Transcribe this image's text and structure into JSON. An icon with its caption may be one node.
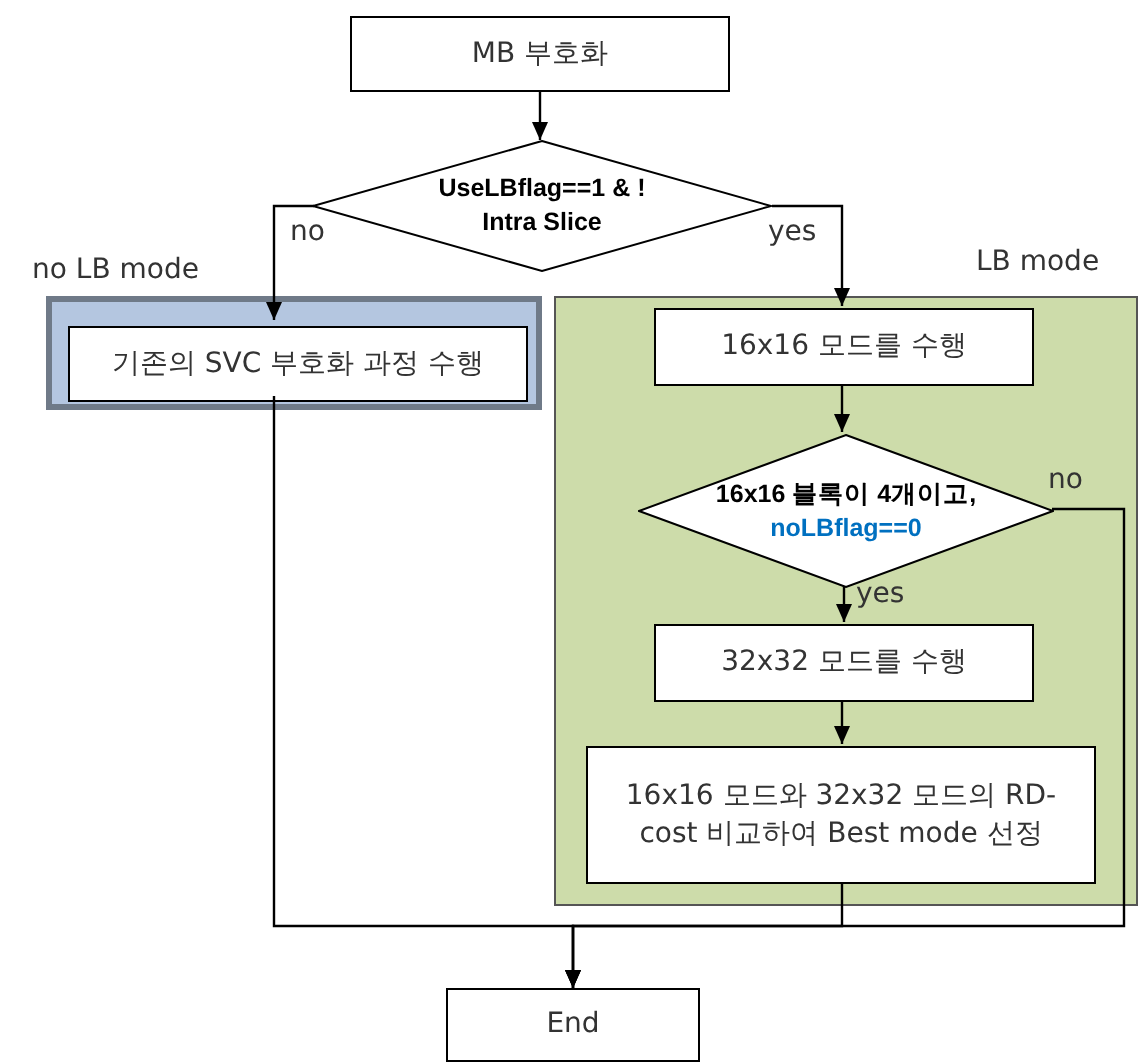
{
  "diagram": {
    "nodes": [
      {
        "text": [
          "MB 부호화"
        ]
      },
      {
        "text": [
          "UseLBflag==1 & ! Intra Slice"
        ]
      },
      {
        "text": [
          "no LB mode"
        ]
      },
      {
        "text": [
          "기존의 SVC 부호화 과정 수행"
        ],
        "in": 2
      },
      {
        "text": [
          "LB mode"
        ]
      },
      {
        "text": [
          "16x16 모드를 수행"
        ],
        "in": 4
      },
      {
        "text": [
          "16x16 블록이 4개이고,",
          "noLBflag==0"
        ],
        "in": 4
      },
      {
        "text": [
          "32x32 모드를 수행"
        ],
        "in": 4
      },
      {
        "text": [
          "16x16 모드와 32x32 모드의 RD-cost 비교하여 Best mode 선정"
        ],
        "in": 4
      },
      {
        "text": [
          "End"
        ]
      }
    ],
    "edges": [
      {
        "from": 0,
        "to": 1,
        "arrow": "to"
      },
      {
        "from": 1,
        "to": 3,
        "arrow": "to",
        "label": "no"
      },
      {
        "from": 1,
        "to": 5,
        "arrow": "to",
        "label": "yes"
      },
      {
        "from": 5,
        "to": 6,
        "arrow": "to"
      },
      {
        "from": 6,
        "to": 7,
        "arrow": "to",
        "label": "yes"
      },
      {
        "from": 7,
        "to": 8,
        "arrow": "to"
      },
      {
        "from": 8,
        "to": 9,
        "arrow": "to"
      },
      {
        "from": 3,
        "to": 9,
        "arrow": "to"
      },
      {
        "from": 6,
        "to": 9,
        "arrow": "to",
        "label": "no"
      }
    ]
  }
}
